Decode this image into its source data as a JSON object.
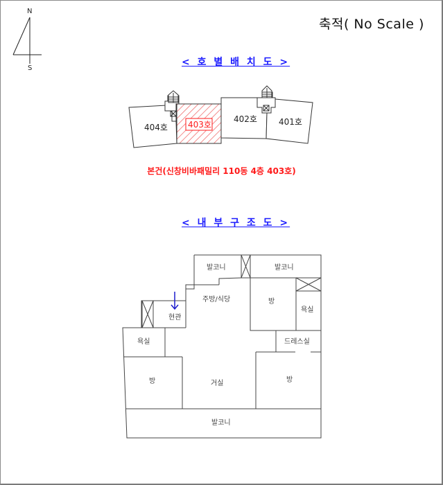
{
  "compass": {
    "north": "N",
    "south": "S"
  },
  "scale_label": "축적( No Scale )",
  "layout_section": {
    "title": "< 호 별 배 치 도 >",
    "units": [
      {
        "id": "404",
        "label": "404호",
        "highlighted": false
      },
      {
        "id": "403",
        "label": "403호",
        "highlighted": true
      },
      {
        "id": "402",
        "label": "402호",
        "highlighted": false
      },
      {
        "id": "401",
        "label": "401호",
        "highlighted": false
      }
    ],
    "caption": "본건(신창비바패밀리 110동 4층 403호)"
  },
  "interior_section": {
    "title": "< 내 부 구 조 도 >",
    "rooms": {
      "balcony_top_left": "발코니",
      "balcony_top_right": "발코니",
      "kitchen": "주방/식당",
      "entrance": "현관",
      "room_right_top": "방",
      "bath_right": "욕실",
      "bath_left": "욕실",
      "dressing": "드레스실",
      "room_left": "방",
      "living": "거실",
      "room_right_bottom": "방",
      "balcony_bottom": "발코니"
    }
  },
  "colors": {
    "title_blue": "#1a1aff",
    "highlight_red": "#ff1a1a",
    "hatch_red": "#f07070",
    "entrance_arrow": "#1a1acc",
    "line": "#333333"
  }
}
